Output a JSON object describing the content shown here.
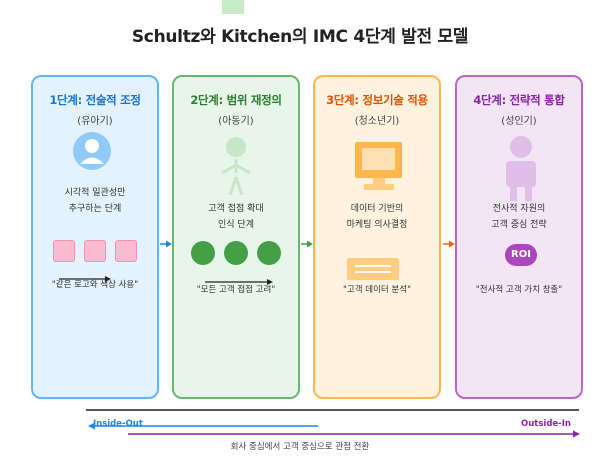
{
  "title": "Schultz와 Kitchen의 IMC 4단계 발전 모델",
  "stages": [
    {
      "stage": "1단계: 전술적 조정",
      "sub": "(유아기)",
      "desc": [
        "시각적 일관성만",
        "추구하는 단계"
      ],
      "quote": "\"같은 로고와 색상 사용\"",
      "color": "#1976d2"
    },
    {
      "stage": "2단계: 범위 재정의",
      "sub": "(아동기)",
      "desc": [
        "고객 접점 확대",
        "인식 단계"
      ],
      "quote": "\"모든 고객 접점 고려\"",
      "color": "#2e7d32"
    },
    {
      "stage": "3단계: 정보기술 적용",
      "sub": "(청소년기)",
      "desc": [
        "데이터 기반의",
        "마케팅 의사결정"
      ],
      "quote": "\"고객 데이터 분석\"",
      "color": "#e65100"
    },
    {
      "stage": "4단계: 전략적 통합",
      "sub": "(성인기)",
      "desc": [
        "전사적 자원의",
        "고객 중심 전략"
      ],
      "badge": "ROI",
      "quote": "\"전사적 고객 가치 창출\"",
      "color": "#8e24aa"
    }
  ],
  "axis": {
    "left_label": "Inside-Out",
    "right_label": "Outside-In",
    "caption": "회사 중심에서 고객 중심으로 관점 전환",
    "left_color": "#1e88e5",
    "right_color": "#8e24aa"
  }
}
